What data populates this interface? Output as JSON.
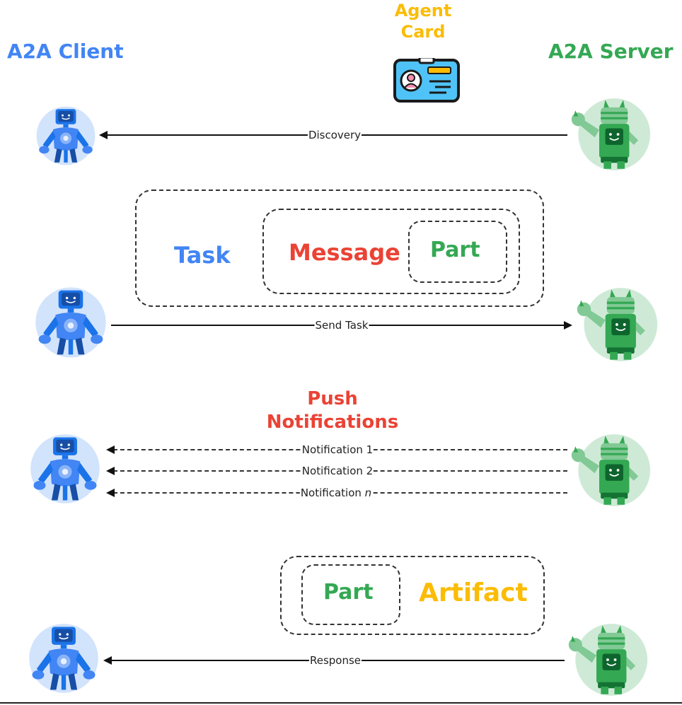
{
  "headers": {
    "client": "A2A Client",
    "server": "A2A Server",
    "agent_card_line1": "Agent",
    "agent_card_line2": "Card",
    "push_line1": "Push",
    "push_line2": "Notifications"
  },
  "task_box": {
    "task": "Task",
    "message": "Message",
    "part": "Part"
  },
  "artifact_box": {
    "part": "Part",
    "artifact": "Artifact"
  },
  "arrows": {
    "discovery": "Discovery",
    "send_task": "Send Task",
    "notification_1": "Notification 1",
    "notification_2": "Notification 2",
    "notification_n_prefix": "Notification ",
    "notification_n_suffix": "n",
    "response": "Response"
  },
  "colors": {
    "blue": "#4285f4",
    "green": "#34a853",
    "yellow": "#fbbc04",
    "red": "#ea4335"
  },
  "icons": {
    "client": "blue-robot-icon",
    "server": "green-robot-icon",
    "card": "id-card-icon"
  }
}
